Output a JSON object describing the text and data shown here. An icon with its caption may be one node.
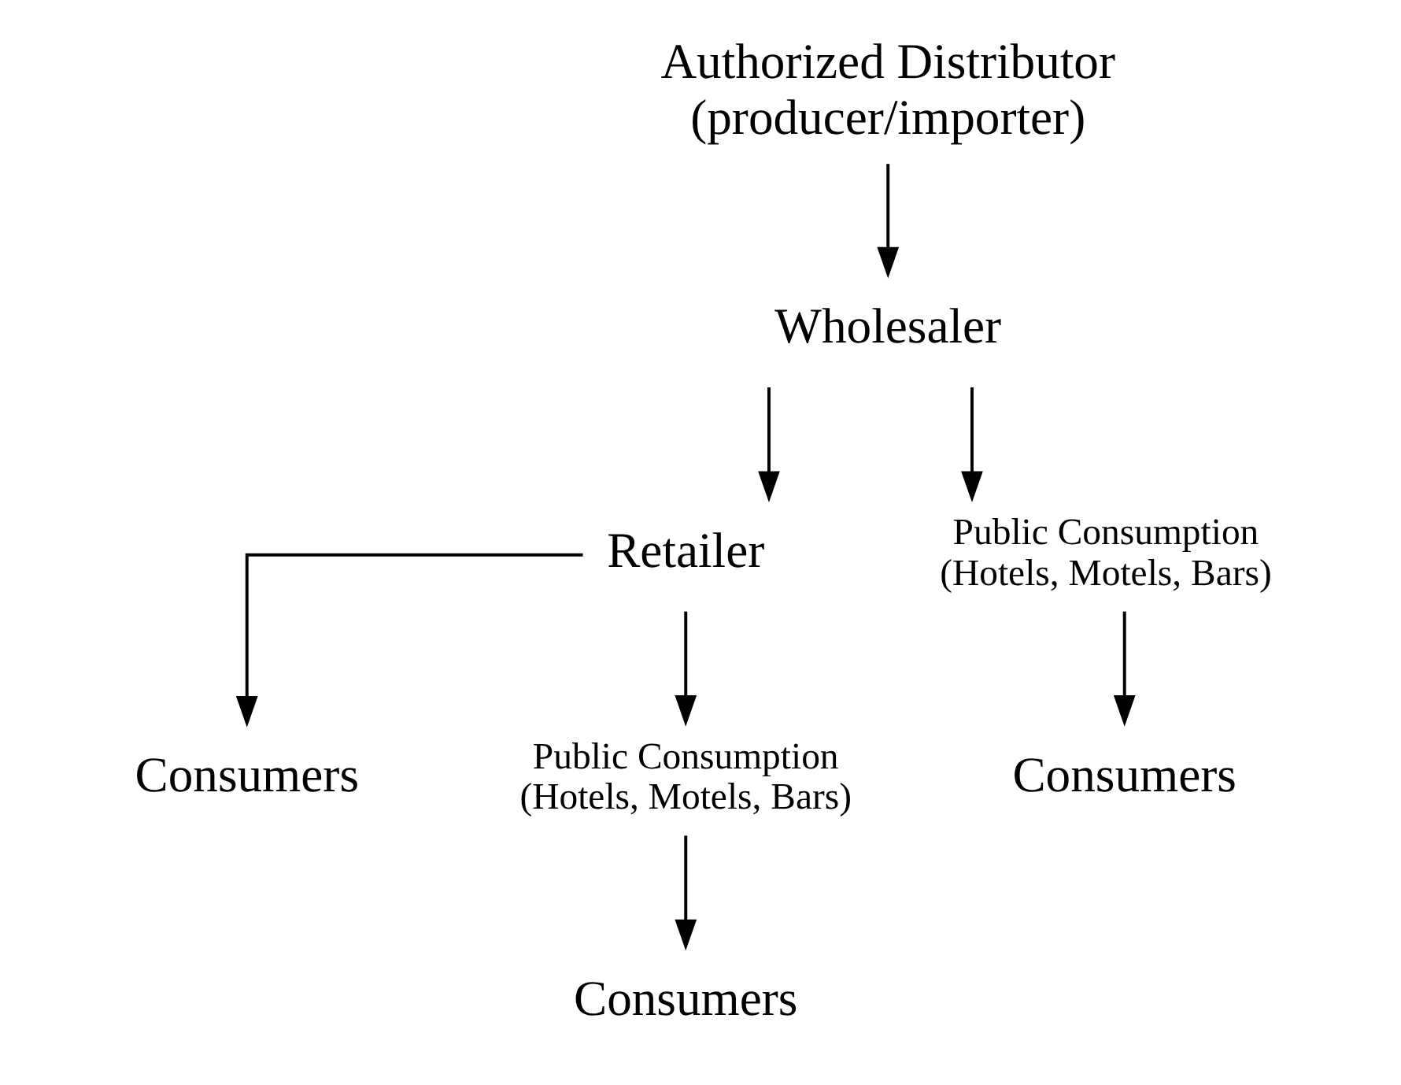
{
  "diagram": {
    "nodes": [
      {
        "text": [
          "Authorized Distributor (producer/importer)"
        ]
      },
      {
        "text": [
          "Wholesaler"
        ]
      },
      {
        "text": [
          "Retailer"
        ]
      },
      {
        "text": [
          "Public Consumption (Hotels, Motels, Bars)"
        ]
      },
      {
        "text": [
          "Consumers"
        ]
      },
      {
        "text": [
          "Public Consumption (Hotels, Motels, Bars)"
        ]
      },
      {
        "text": [
          "Consumers"
        ]
      },
      {
        "text": [
          "Consumers"
        ]
      }
    ],
    "edges": [
      {
        "from": 0,
        "to": 1,
        "arrow": "to"
      },
      {
        "from": 1,
        "to": 2,
        "arrow": "to"
      },
      {
        "from": 1,
        "to": 3,
        "arrow": "to"
      },
      {
        "from": 2,
        "to": 4,
        "arrow": "to"
      },
      {
        "from": 2,
        "to": 5,
        "arrow": "to"
      },
      {
        "from": 3,
        "to": 6,
        "arrow": "to"
      },
      {
        "from": 5,
        "to": 7,
        "arrow": "to"
      }
    ]
  }
}
